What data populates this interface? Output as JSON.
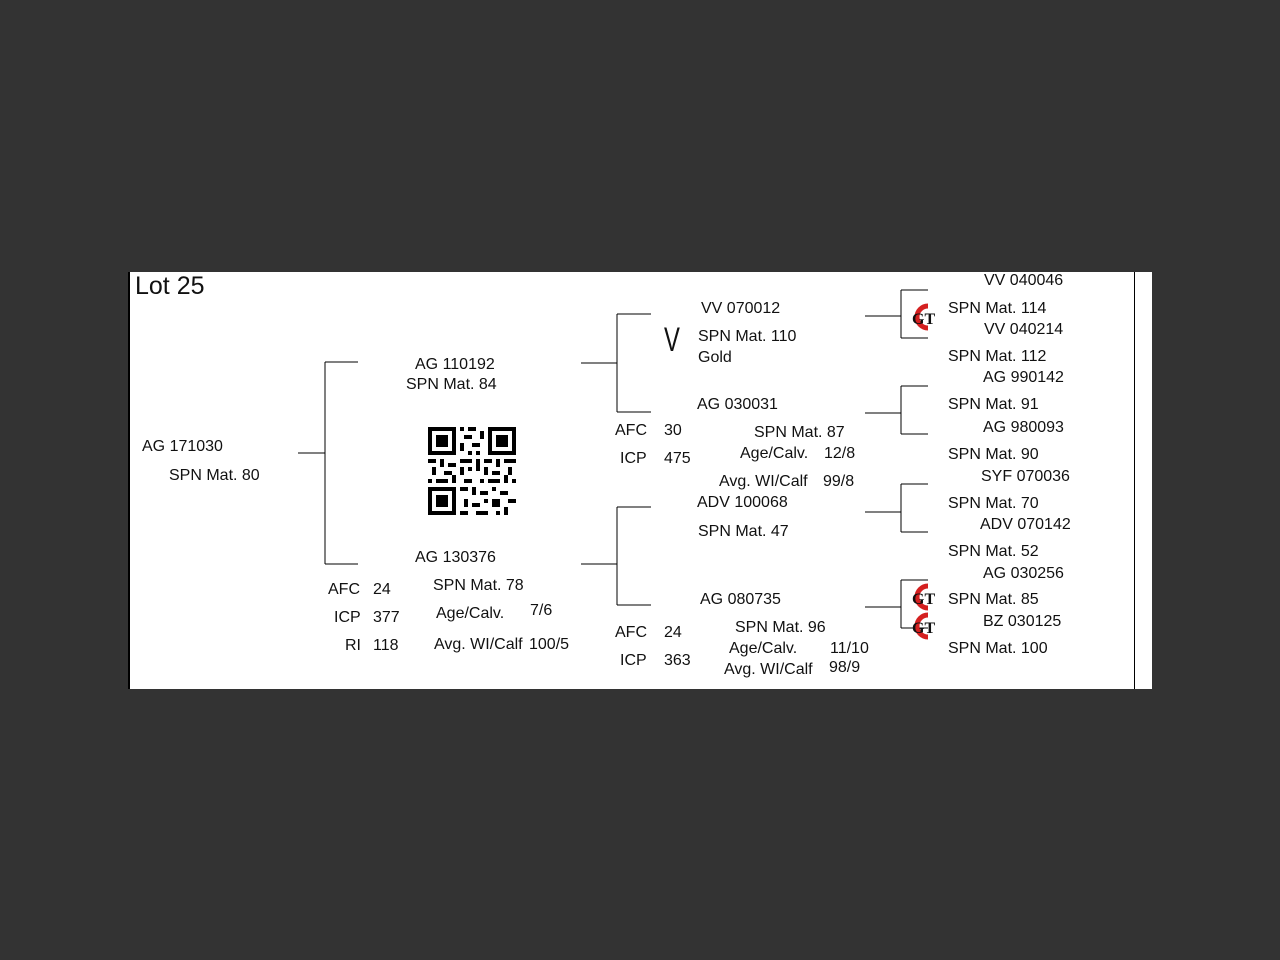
{
  "lot_title": "Lot 25",
  "subject": {
    "id": "AG  171030",
    "spn": "SPN Mat. 80"
  },
  "sire": {
    "id": "AG  110192",
    "spn": "SPN Mat. 84"
  },
  "dam": {
    "id": "AG  130376",
    "spn": "SPN Mat. 78",
    "afc_label": "AFC",
    "afc": "24",
    "icp_label": "ICP",
    "icp": "377",
    "ri_label": "RI",
    "ri": "118",
    "age_label": "Age/Calv.",
    "age": "7/6",
    "avg_label": "Avg. WI/Calf",
    "avg": "100/5"
  },
  "sire_sire": {
    "id": "VV  070012",
    "spn": "SPN Mat. 110",
    "award": "Gold",
    "mark": "V"
  },
  "sire_dam": {
    "id": "AG  030031",
    "spn": "SPN Mat. 87",
    "afc_label": "AFC",
    "afc": "30",
    "icp_label": "ICP",
    "icp": "475",
    "age_label": "Age/Calv.",
    "age": "12/8",
    "avg_label": "Avg. WI/Calf",
    "avg": "99/8"
  },
  "dam_sire": {
    "id": "ADV 100068",
    "spn": "SPN Mat. 47"
  },
  "dam_dam": {
    "id": "AG  080735",
    "spn": "SPN Mat. 96",
    "afc_label": "AFC",
    "afc": "24",
    "icp_label": "ICP",
    "icp": "363",
    "age_label": "Age/Calv.",
    "age": "11/10",
    "avg_label": "Avg. WI/Calf",
    "avg": "98/9"
  },
  "gen3": [
    {
      "id": "VV  040046",
      "spn": "SPN Mat. 114"
    },
    {
      "id": "VV  040214",
      "spn": "SPN Mat. 112"
    },
    {
      "id": "AG  990142",
      "spn": "SPN Mat. 91"
    },
    {
      "id": "AG  980093",
      "spn": "SPN Mat. 90"
    },
    {
      "id": "SYF 070036",
      "spn": "SPN Mat. 70"
    },
    {
      "id": "ADV 070142",
      "spn": "SPN Mat. 52"
    },
    {
      "id": "AG  030256",
      "spn": "SPN Mat. 85"
    },
    {
      "id": "BZ  030125",
      "spn": "SPN Mat. 100"
    }
  ],
  "logo_text": "GT",
  "colors": {
    "page": "#ffffff",
    "viewer_background": "#333333",
    "logo_red": "#d42020",
    "text": "#111111"
  }
}
